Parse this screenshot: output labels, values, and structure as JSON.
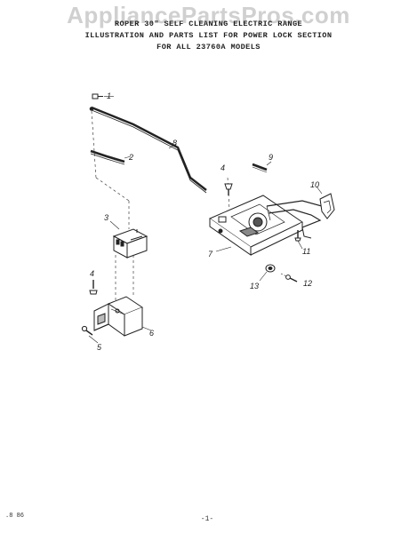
{
  "watermark": "AppliancePartsPros.com",
  "header": {
    "line1": "ROPER 30\" SELF CLEANING ELECTRIC RANGE",
    "line2": "ILLUSTRATION AND PARTS LIST FOR POWER LOCK SECTION",
    "line3": "FOR ALL 23760A MODELS"
  },
  "callouts": [
    "1",
    "2",
    "3",
    "4",
    "4",
    "5",
    "6",
    "7",
    "8",
    "9",
    "10",
    "11",
    "12",
    "13"
  ],
  "footer": {
    "code": ".8 86",
    "page": "-1-"
  },
  "colors": {
    "ink": "#222222",
    "paper": "#ffffff",
    "watermark": "#787878"
  }
}
